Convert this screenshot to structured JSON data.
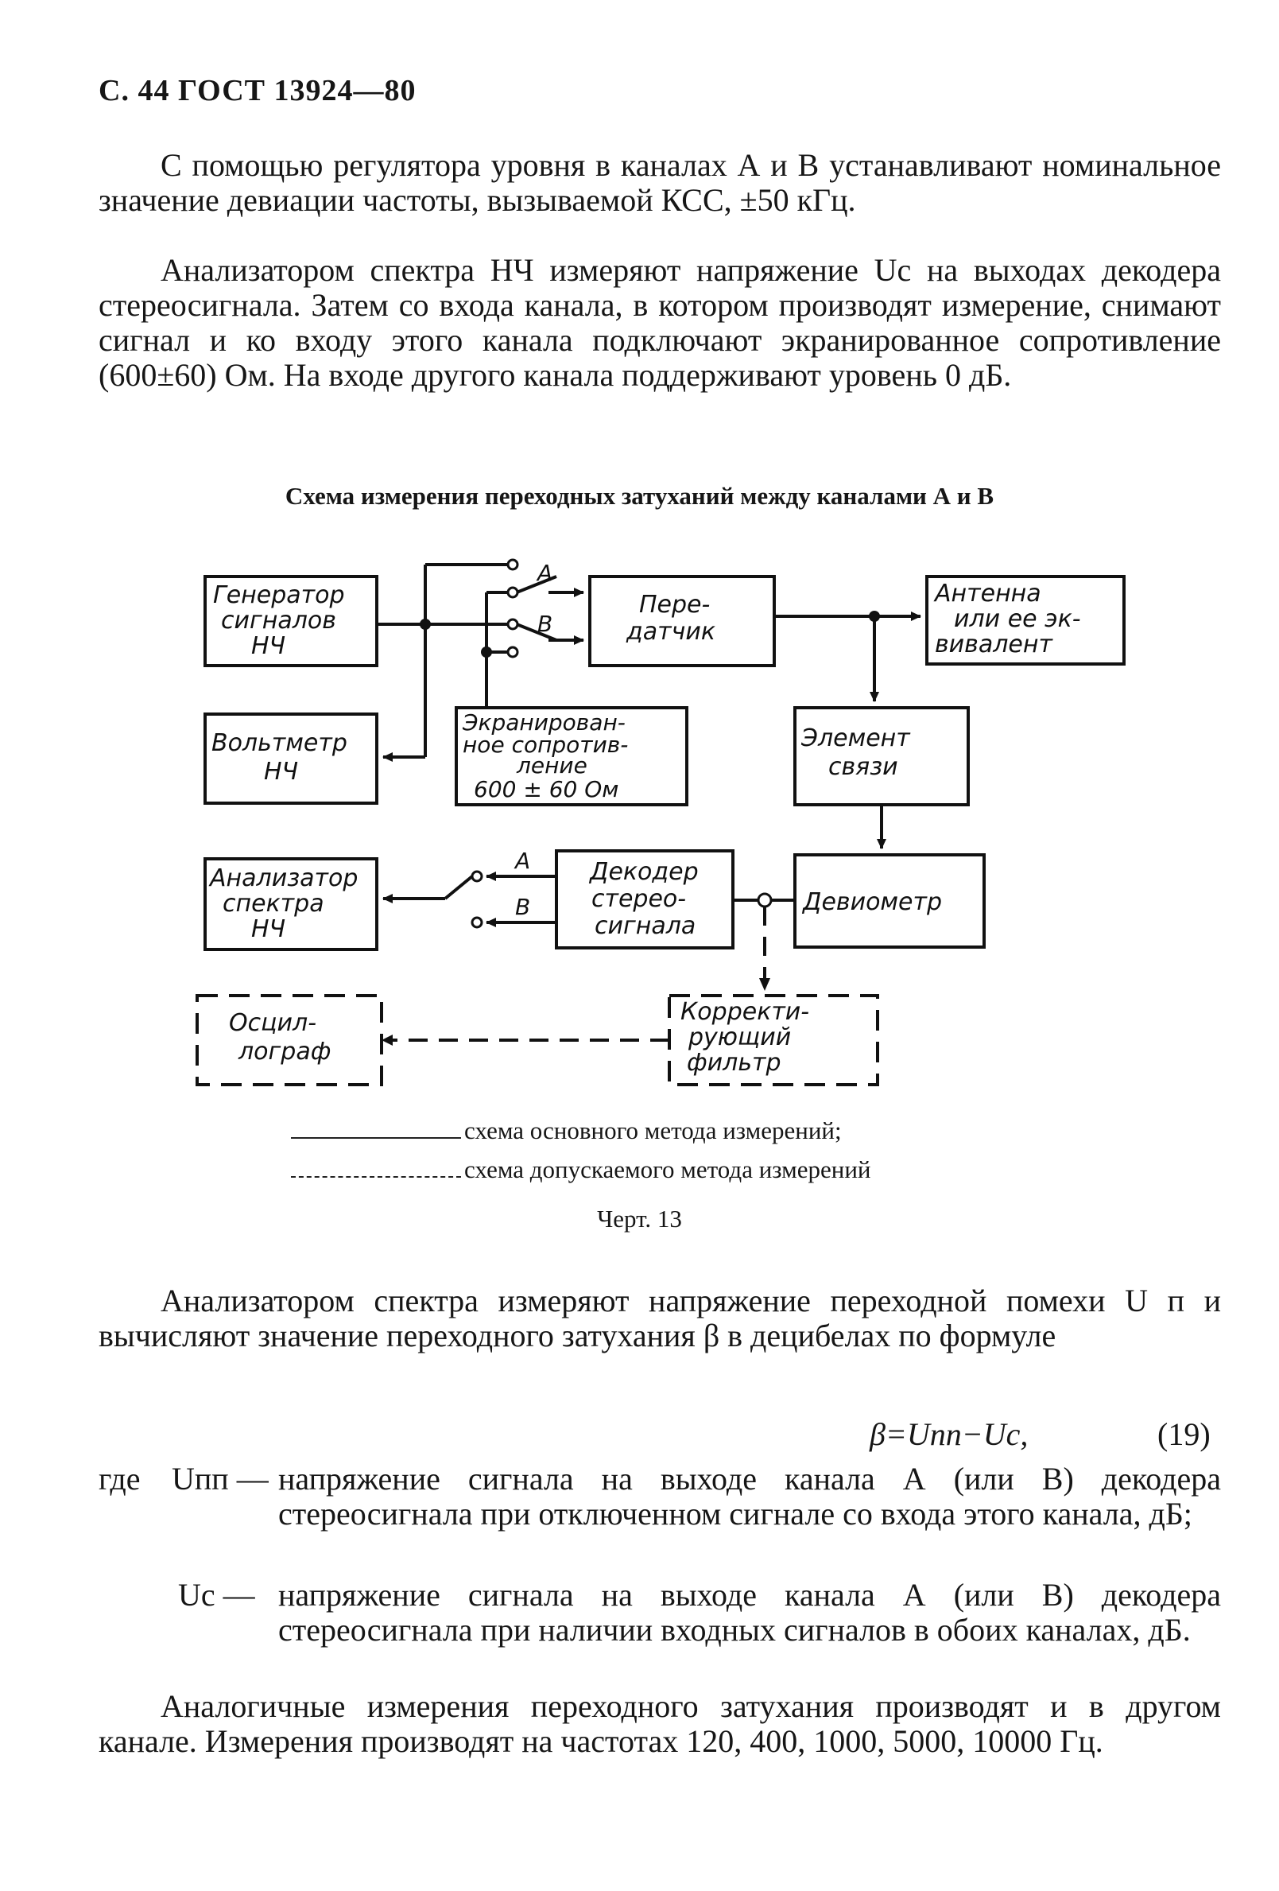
{
  "header": "С. 44 ГОСТ 13924—80",
  "paragraphs": [
    "С помощью регулятора  уровня в каналах А и  В устанавливают номинальное значение девиации частоты, вызываемой КСС, ±50 кГц.",
    "Анализатором спектра НЧ измеряют напряжение Uс на выходах декодера стереосигнала. Затем со входа канала, в котором производят измерение, снимают сигнал и ко входу этого канала подключают экранированное сопротивление (600±60) Ом. На входе другого канала поддерживают уровень 0 дБ."
  ],
  "diagram": {
    "caption": "Схема измерения переходных затуханий между каналами А и В",
    "blocks": {
      "generator": [
        "Генератор",
        "сигналов",
        "НЧ"
      ],
      "transmitter": [
        "Пере-",
        "датчик"
      ],
      "antenna": [
        "Антенна",
        "или ее эк-",
        "вивалент"
      ],
      "voltmeter": [
        "Вольтметр",
        "НЧ"
      ],
      "resistance": [
        "Экранирован-",
        "ное сопротив-",
        "ление",
        "600 ± 60 Ом"
      ],
      "coupling": [
        "Элемент",
        "связи"
      ],
      "analyzer": [
        "Анализатор",
        "спектра",
        "НЧ"
      ],
      "decoder": [
        "Декодер",
        "стерео-",
        "сигнала"
      ],
      "deviometer": [
        "Девиометр"
      ],
      "oscillograph": [
        "Осцил-",
        "лограф"
      ],
      "filter": [
        "Корректи-",
        "рующий",
        "фильтр"
      ]
    },
    "switch_labels": {
      "a": "А",
      "b": "В"
    }
  },
  "legend": [
    "схема основного метода измерений;",
    "схема допускаемого метода измерений"
  ],
  "figure_label": "Черт. 13",
  "paragraph3": "Анализатором спектра измеряют напряжение переходной помехи U п и вычисляют значение переходного затухания β в децибелах по формуле",
  "formula": "β=Uпп−Uс,",
  "formula_number": "(19)",
  "definitions": {
    "where": "где",
    "items": [
      {
        "term": "Uпп —",
        "text": "напряжение сигнала на выходе канала А (или В) декодера стереосигнала при отключенном сигнале со входа этого канала, дБ;"
      },
      {
        "term": "Uс —",
        "text": "напряжение сигнала на выходе канала А (или В) декодера стереосигнала при наличии входных сигналов в обоих каналах, дБ."
      }
    ]
  },
  "paragraph4": "Аналогичные измерения переходного затухания производят и в другом канале. Измерения  производят на частотах 120, 400, 1000, 5000, 10000 Гц."
}
